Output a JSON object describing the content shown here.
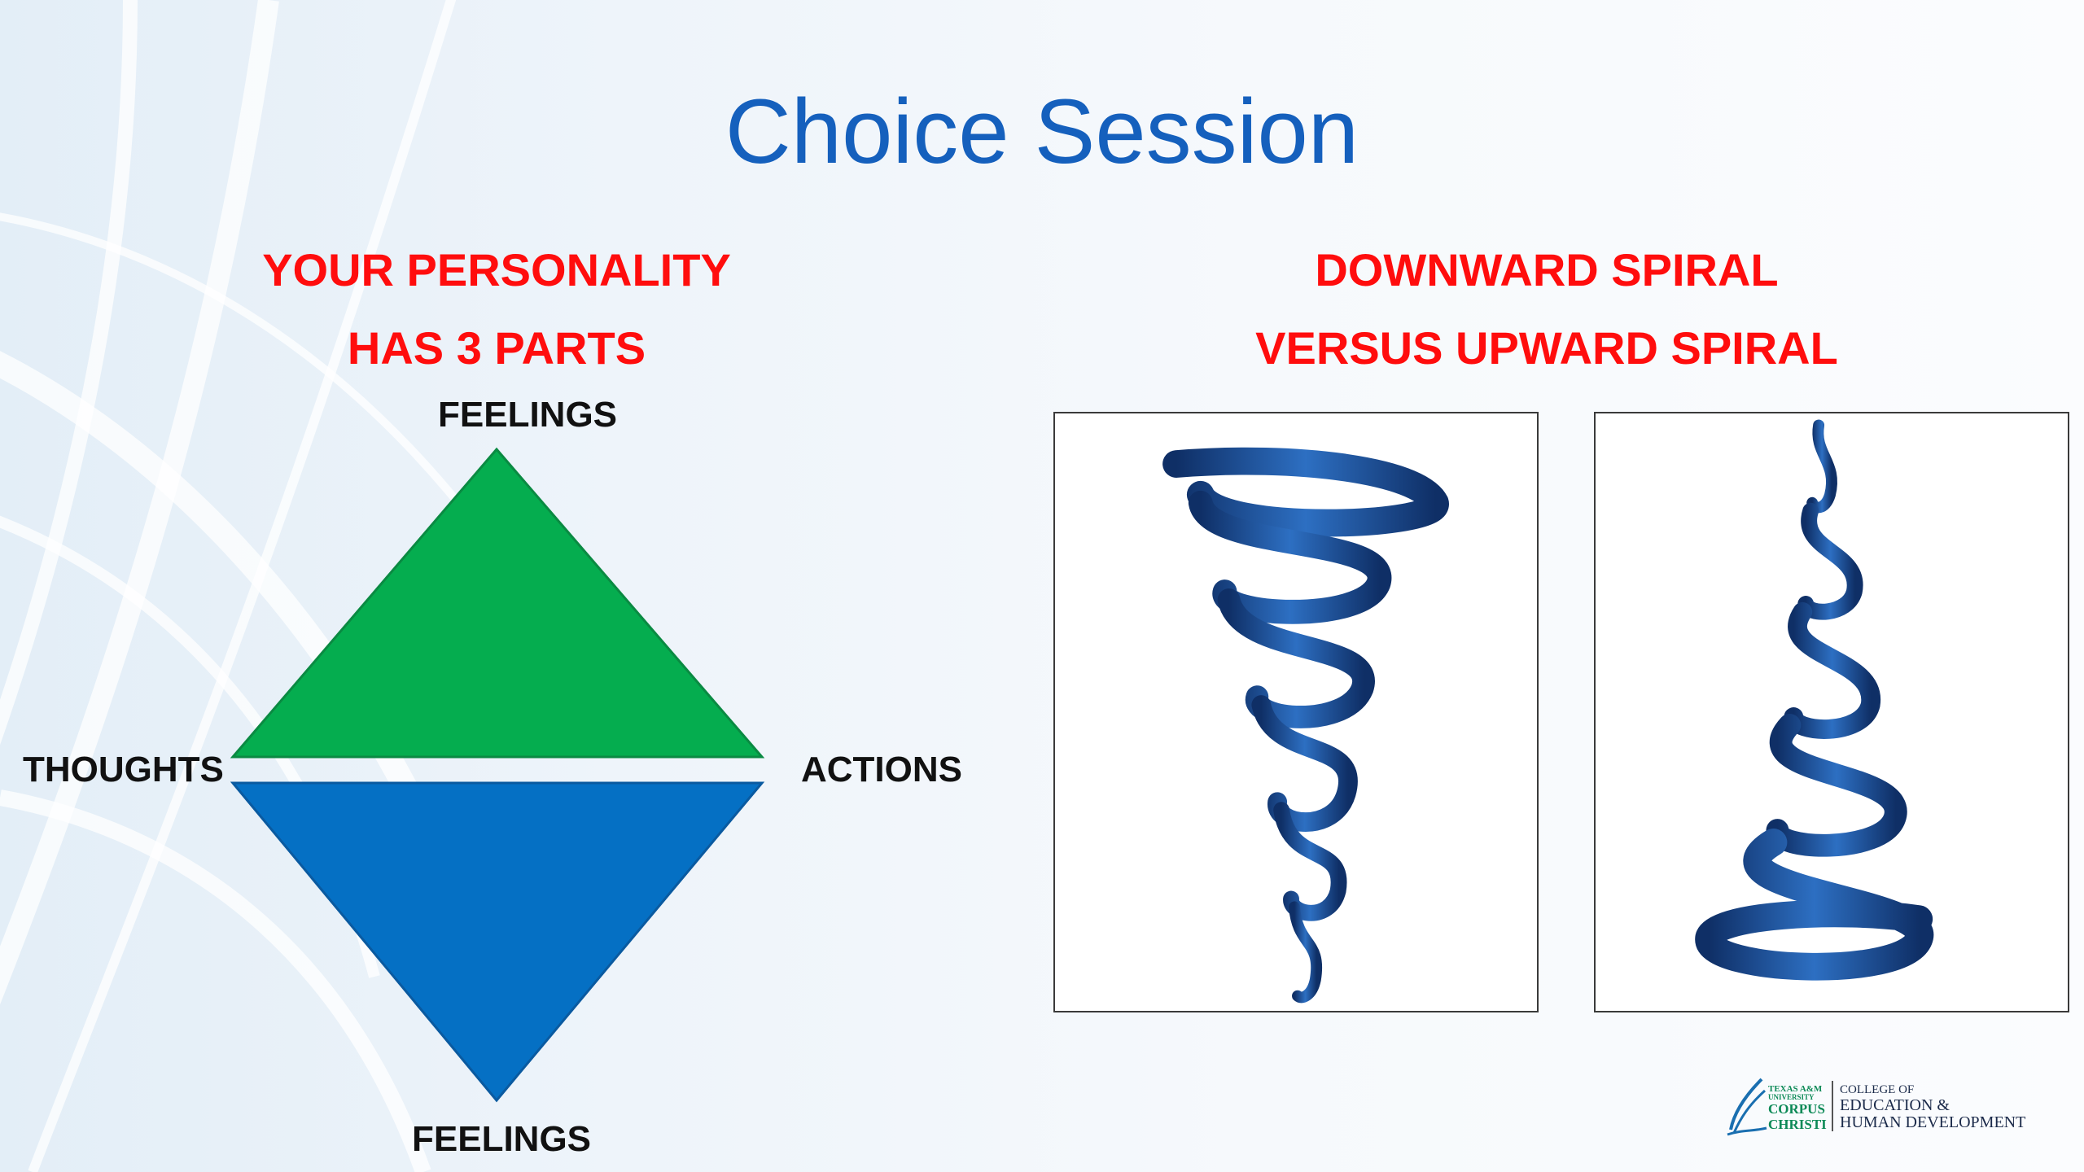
{
  "slide": {
    "title": "Choice Session",
    "left_heading": [
      "YOUR PERSONALITY",
      "HAS 3 PARTS"
    ],
    "right_heading": [
      "DOWNWARD SPIRAL",
      "VERSUS UPWARD SPIRAL"
    ],
    "diagram_labels": {
      "top": "FEELINGS",
      "left": "THOUGHTS",
      "right": "ACTIONS",
      "bottom": "FEELINGS"
    },
    "colors": {
      "title": "#1560bd",
      "heading": "#ff0d0d",
      "triangle_top": "#05ad4f",
      "triangle_bottom": "#0570c4",
      "spiral": "#1a4fa0"
    },
    "images": [
      {
        "name": "downward-spiral-image"
      },
      {
        "name": "upward-spiral-image"
      }
    ],
    "logo": {
      "university_lines": [
        "TEXAS A&M",
        "UNIVERSITY",
        "CORPUS",
        "CHRISTI"
      ],
      "college_lines": [
        "COLLEGE OF",
        "EDUCATION &",
        "HUMAN DEVELOPMENT"
      ]
    }
  }
}
